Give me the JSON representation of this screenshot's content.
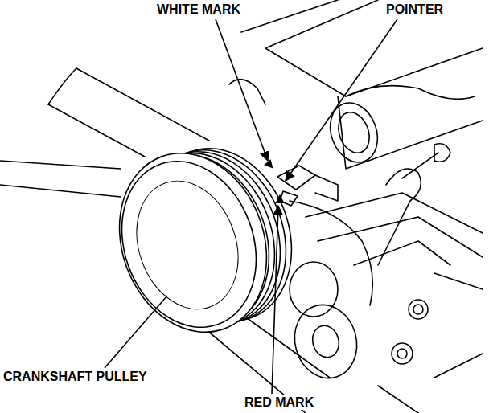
{
  "diagram": {
    "labels": [
      "WHITE MARK",
      "POINTER",
      "CRANKSHAFT PULLEY",
      "RED MARK"
    ]
  }
}
